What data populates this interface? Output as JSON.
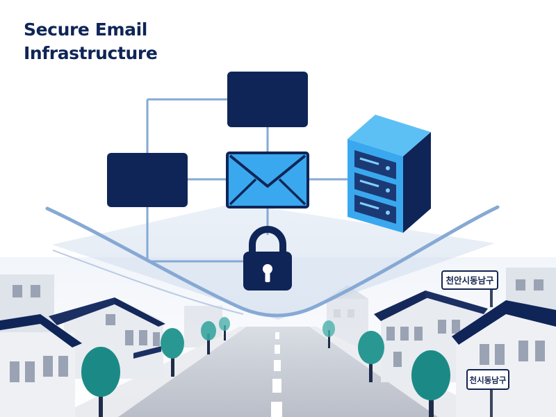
{
  "header": {
    "title_line1": "Secure Email",
    "title_line2": "Infrastructure"
  },
  "street_signs": {
    "upper": "천안시동남구",
    "lower": "천시동남구"
  },
  "colors": {
    "navy": "#0f2557",
    "accent_blue": "#3aa8ee",
    "connector": "#86a9d4",
    "tree": "#1b8a86"
  },
  "icons": {
    "envelope": "envelope-icon",
    "lock": "padlock-icon",
    "server": "server-rack-icon"
  }
}
